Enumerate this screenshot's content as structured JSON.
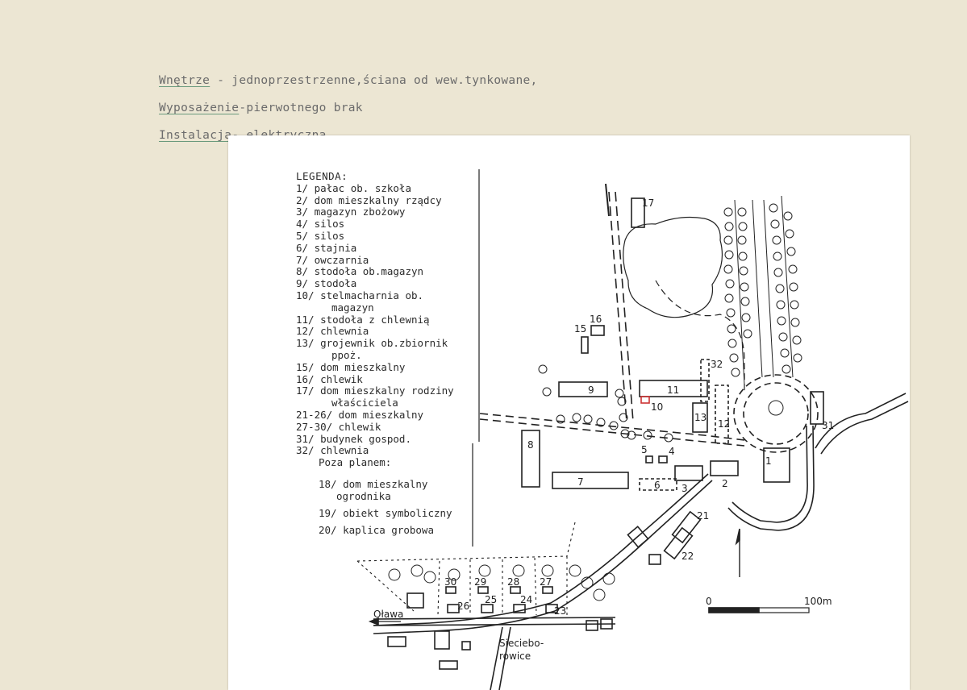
{
  "header_lines": [
    {
      "label": "Wnętrze",
      "rest": " -  jednoprzestrzenne,ściana od wew.tynkowane,"
    },
    {
      "label": "Wyposażenie",
      "rest": "-pierwotnego brak"
    },
    {
      "label": "Instalacja",
      "rest": "- elektryczna."
    }
  ],
  "legend": {
    "title": "LEGENDA:",
    "items": [
      {
        "text": "1/ pałac ob. szkoła",
        "cont": ""
      },
      {
        "text": "2/ dom mieszkalny rządcy",
        "cont": ""
      },
      {
        "text": "3/ magazyn zbożowy",
        "cont": ""
      },
      {
        "text": "4/ silos",
        "cont": ""
      },
      {
        "text": "5/ silos",
        "cont": ""
      },
      {
        "text": "6/ stajnia",
        "cont": ""
      },
      {
        "text": "7/ owczarnia",
        "cont": ""
      },
      {
        "text": "8/ stodoła ob.magazyn",
        "cont": ""
      },
      {
        "text": "9/ stodoła",
        "cont": ""
      },
      {
        "text": "10/ stelmacharnia ob.",
        "cont": "magazyn"
      },
      {
        "text": "11/ stodoła z chlewnią",
        "cont": ""
      },
      {
        "text": "12/ chlewnia",
        "cont": ""
      },
      {
        "text": "13/ grojewnik ob.zbiornik",
        "cont": "ppoż."
      },
      {
        "text": "15/ dom mieszkalny",
        "cont": ""
      },
      {
        "text": "16/ chlewik",
        "cont": ""
      },
      {
        "text": "17/ dom mieszkalny rodziny",
        "cont": "właściciela"
      },
      {
        "text": "21-26/ dom mieszkalny",
        "cont": ""
      },
      {
        "text": "27-30/ chlewik",
        "cont": ""
      },
      {
        "text": "31/ budynek gospod.",
        "cont": ""
      },
      {
        "text": "32/ chlewnia",
        "cont": ""
      }
    ]
  },
  "outside_plan": {
    "title": "Poza planem:",
    "items": [
      {
        "text": "18/ dom mieszkalny",
        "cont": "ogrodnika"
      },
      {
        "text": "19/ obiekt symboliczny",
        "cont": ""
      },
      {
        "text": "20/ kaplica grobowa",
        "cont": ""
      }
    ]
  },
  "map": {
    "building_labels": [
      "1",
      "2",
      "3",
      "4",
      "5",
      "6",
      "7",
      "8",
      "9",
      "10",
      "11",
      "12",
      "13",
      "15",
      "16",
      "17",
      "21",
      "22",
      "23",
      "24",
      "25",
      "26",
      "27",
      "28",
      "29",
      "30",
      "31",
      "32"
    ],
    "place_labels": {
      "olawa": "Oława",
      "siecieborowice_1": "Sieciebo-",
      "siecieborowice_2": "rowice"
    },
    "scale": {
      "zero": "0",
      "end": "100m"
    }
  }
}
